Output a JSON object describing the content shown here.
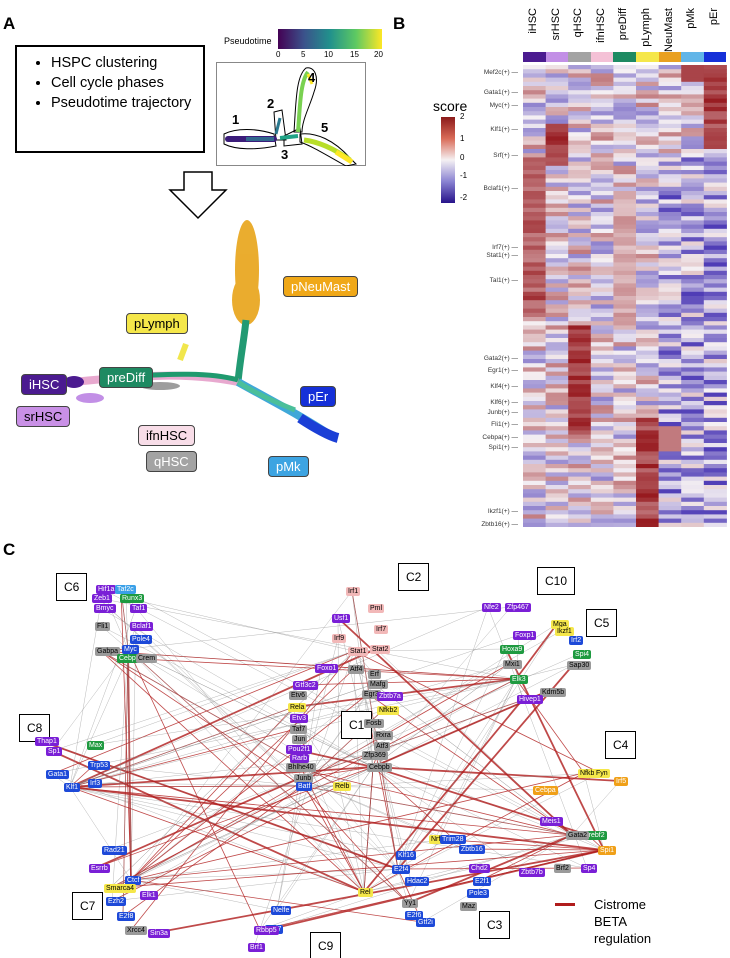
{
  "panelA": {
    "letter": "A",
    "bullets": [
      "HSPC clustering",
      "Cell cycle phases",
      "Pseudotime trajectory"
    ],
    "pseudotime": {
      "title": "Pseudotime",
      "ticks": [
        "0",
        "5",
        "10",
        "15",
        "20"
      ],
      "branch_labels": [
        "1",
        "2",
        "3",
        "4",
        "5"
      ]
    },
    "cell_labels": [
      "pNeuMast",
      "pLymph",
      "preDiff",
      "iHSC",
      "pEr",
      "srHSC",
      "ifnHSC",
      "qHSC",
      "pMk"
    ]
  },
  "panelB": {
    "letter": "B",
    "columns": [
      "iHSC",
      "srHSC",
      "qHSC",
      "ifnHSC",
      "preDiff",
      "pLymph",
      "pNeuMast",
      "pMk",
      "pEr"
    ],
    "column_colors": [
      "#4b1b90",
      "#c28fe6",
      "#a3a3a3",
      "#f4c1d6",
      "#1e8a62",
      "#f5e74a",
      "#e9a020",
      "#61b5e8",
      "#1530d8"
    ],
    "score_title": "score",
    "score_ticks": [
      "2",
      "1",
      "0",
      "-1",
      "-2"
    ],
    "genes": [
      "Mef2c(+)",
      "Gata1(+)",
      "Myc(+)",
      "Klf1(+)",
      "Srf(+)",
      "Bclaf1(+)",
      "Irf7(+)",
      "Stat1(+)",
      "Tal1(+)",
      "Gata2(+)",
      "Egr1(+)",
      "Klf4(+)",
      "Klf6(+)",
      "Junb(+)",
      "Fli1(+)",
      "Cebpa(+)",
      "Spi1(+)",
      "Ikzf1(+)",
      "Zbtb16(+)"
    ]
  },
  "panelC": {
    "letter": "C",
    "clusters": [
      "C6",
      "C2",
      "C10",
      "C5",
      "C8",
      "C1",
      "C4",
      "C7",
      "C3",
      "C9"
    ],
    "legend": {
      "line1": "Cistrome",
      "line2": "BETA",
      "line3": "regulation",
      "color": "#b01c1c"
    },
    "nodes": [
      "Hif1a",
      "Taf2c",
      "Zeb1",
      "Runx3",
      "Bmyc",
      "Taf1",
      "Fli1",
      "Bclaf1",
      "Pole4",
      "Gabpa",
      "Myc",
      "Cebpz",
      "Crem",
      "Irf1",
      "Pml",
      "Usf1",
      "Irf7",
      "Irf9",
      "Stat1",
      "Stat2",
      "Nfe2",
      "Zfp467",
      "Mga",
      "Foxp1",
      "Ikzf1",
      "Irf2",
      "Hoxa9",
      "Spi4",
      "Mxi1",
      "Sap30",
      "Elk3",
      "Kdm5b",
      "Hivep1",
      "Foxo1",
      "Atf4",
      "Erf",
      "Mafg",
      "Gtf3c2",
      "Egr3",
      "Zbtb7a",
      "Etv6",
      "Rela",
      "Nfkb2",
      "Etv3",
      "Fosb",
      "Taf7",
      "Rxra",
      "Jun",
      "Pou2f1",
      "Atf3",
      "Rarb",
      "Zfp369",
      "Bhlhe40",
      "Cebpb",
      "Junb",
      "Batf",
      "Relb",
      "Thap1",
      "Sp1",
      "Max",
      "Trp53",
      "Gata1",
      "Klf1",
      "Irf3",
      "Nfkb1",
      "Fyn",
      "Irf5",
      "Cebpa",
      "Meis1",
      "Srebf2",
      "Gata2",
      "Spi1",
      "Rad21",
      "Esrrb",
      "Ctcf",
      "Smarca4",
      "Ezh2",
      "E2f8",
      "Elk1",
      "Xrcc4",
      "Sin3a",
      "Nrf1",
      "Trim28",
      "Zbtb16",
      "Klf16",
      "E2f4",
      "Chd2",
      "E2f1",
      "Hdac2",
      "Pole3",
      "Rel",
      "Maz",
      "Yy1",
      "E2f6",
      "Gtf2i",
      "Nelfe",
      "E2f7",
      "Rbbp5",
      "Brf1",
      "Zbtb7b",
      "Brf2",
      "Sp4"
    ]
  }
}
